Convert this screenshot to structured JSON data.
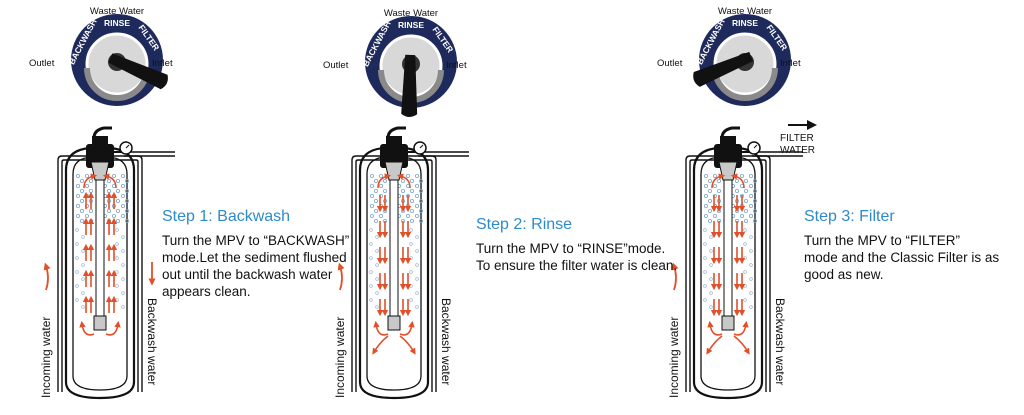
{
  "valve_labels": {
    "waste_water": "Waste Water",
    "outlet": "Outlet",
    "inlet": "Intlet",
    "backwash": "BACKWASH",
    "rinse": "RINSE",
    "filter": "FILTER"
  },
  "tank_labels": {
    "incoming": "Incoming water",
    "backwash": "Backwash water",
    "filter_water_line1": "FILTER",
    "filter_water_line2": "WATER"
  },
  "steps": [
    {
      "title": "Step 1: Backwash",
      "lines": [
        "Turn the MPV to “BACKWASH”",
        "mode.Let the sediment flushed",
        "out until the backwash water",
        "appears clean."
      ],
      "handle_position": "backwash"
    },
    {
      "title": "Step 2: Rinse",
      "lines": [
        "Turn the MPV to “RINSE”mode.",
        "To ensure the filter water is clean."
      ],
      "handle_position": "rinse"
    },
    {
      "title": "Step 3: Filter",
      "lines": [
        "Turn the MPV to “FILTER”",
        "mode and the Classic Filter is as",
        "good as new."
      ],
      "handle_position": "filter"
    }
  ],
  "colors": {
    "valve_navy": "#1e2a5c",
    "handle": "#111111",
    "flow_arrow": "#e0502a",
    "step_title": "#2e8bc9",
    "tank_outline": "#111111"
  }
}
